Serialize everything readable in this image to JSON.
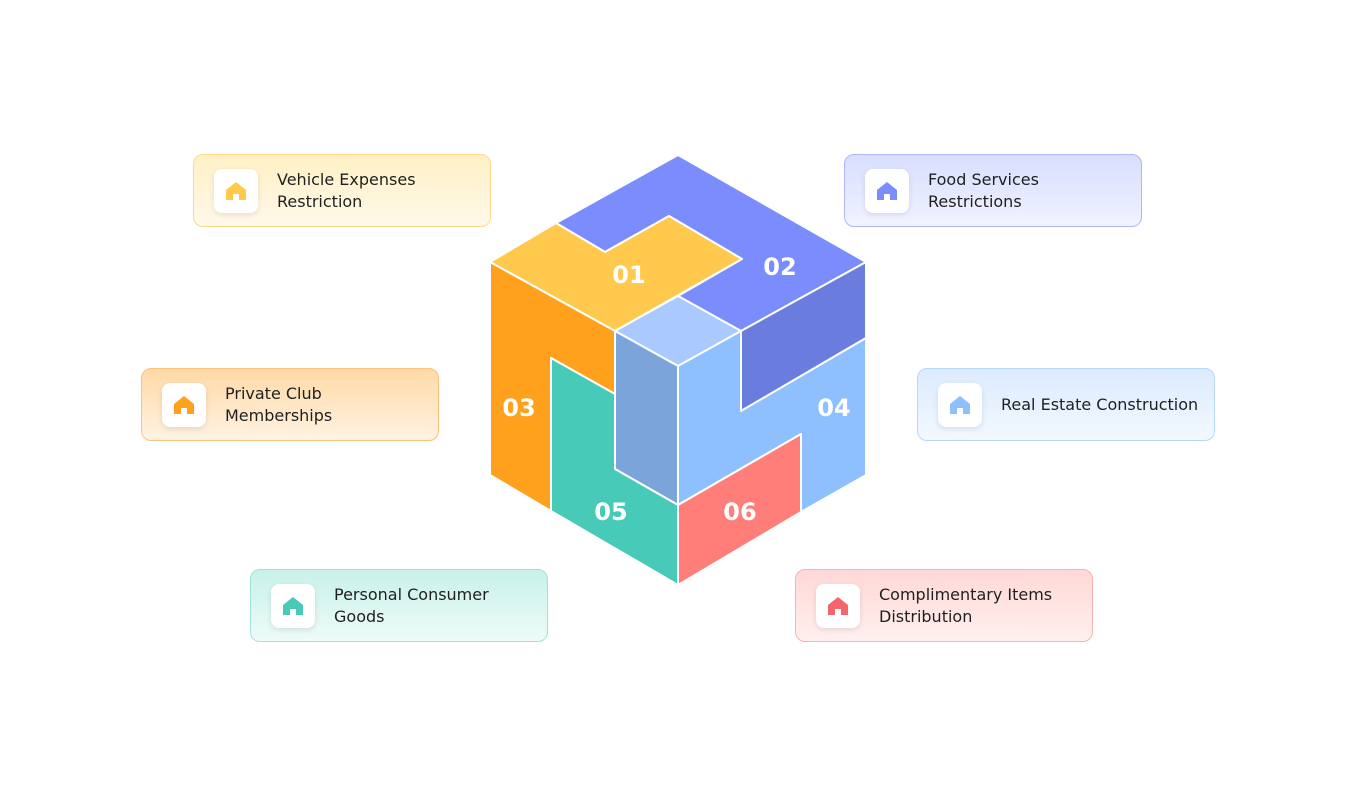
{
  "items": [
    {
      "number": "01",
      "label": "Vehicle Expenses Restriction",
      "color": "#FFC94D"
    },
    {
      "number": "02",
      "label": "Food Services Restrictions",
      "color": "#7B8CFC"
    },
    {
      "number": "03",
      "label": "Private Club Memberships",
      "color": "#FFA11C"
    },
    {
      "number": "04",
      "label": "Real Estate Construction",
      "color": "#8EBFFF"
    },
    {
      "number": "05",
      "label": "Personal Consumer Goods",
      "color": "#48CAB8"
    },
    {
      "number": "06",
      "label": "Complimentary Items Distribution",
      "color": "#FF7E79"
    }
  ],
  "icon": "house-icon"
}
